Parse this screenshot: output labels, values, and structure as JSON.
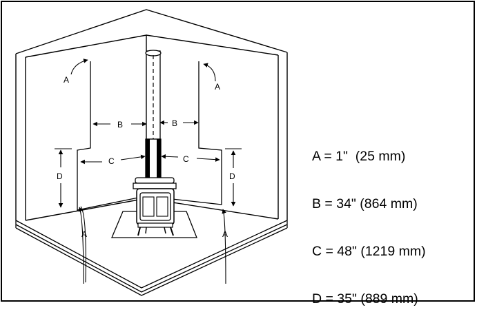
{
  "diagram": {
    "labels": {
      "a": "A",
      "b": "B",
      "c": "C",
      "d": "D"
    }
  },
  "legend": {
    "items": [
      "A = 1\"  (25 mm)",
      "B = 34\" (864 mm)",
      "C = 48\" (1219 mm)",
      "D = 35\" (889 mm)"
    ]
  },
  "colors": {
    "line": "#000000",
    "background": "#ffffff"
  }
}
